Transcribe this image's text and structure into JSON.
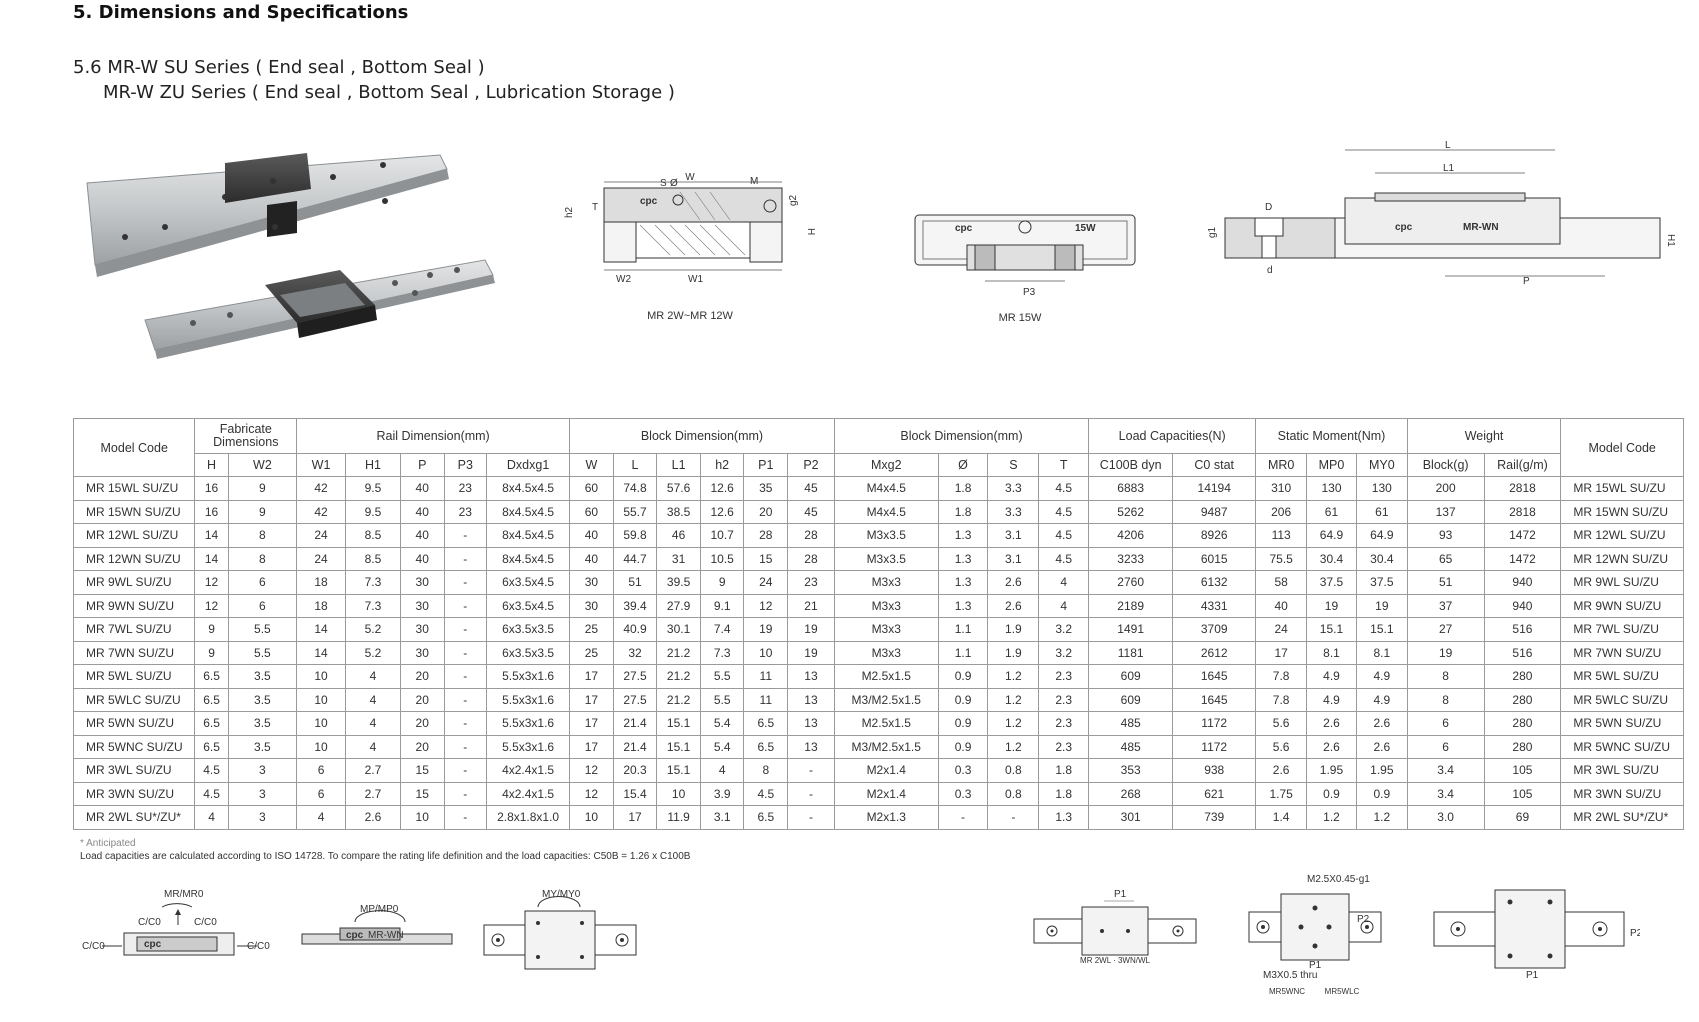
{
  "section_title": "5. Dimensions and Specifications",
  "subtitle_1": "5.6 MR-W SU Series ( End seal , Bottom Seal )",
  "subtitle_2": "MR-W ZU Series ( End seal , Bottom Seal , Lubrication Storage )",
  "drawings": {
    "front_caption": "MR 2W~MR 12W",
    "mid_caption": "MR 15W",
    "labels": {
      "W": "W",
      "M": "M",
      "S": "S",
      "phi": "Ø",
      "T": "T",
      "h2": "h2",
      "g2": "g2",
      "H": "H",
      "W2": "W2",
      "W1": "W1",
      "P3": "P3",
      "L": "L",
      "L1": "L1",
      "D": "D",
      "d": "d",
      "g1": "g1",
      "H1": "H1",
      "P": "P",
      "brand": "cpc",
      "block_15w": "15W",
      "block_mrwn": "MR-WN"
    }
  },
  "table": {
    "group_headers": [
      "Model Code",
      "Fabricate Dimensions",
      "Rail Dimension(mm)",
      "Block Dimension(mm)",
      "Block Dimension(mm)",
      "Load Capacities(N)",
      "Static Moment(Nm)",
      "Weight",
      "Model Code"
    ],
    "sub_headers": [
      "H",
      "W2",
      "W1",
      "H1",
      "P",
      "P3",
      "Dxdxg1",
      "W",
      "L",
      "L1",
      "h2",
      "P1",
      "P2",
      "Mxg2",
      "Ø",
      "S",
      "T",
      "C100B dyn",
      "C0 stat",
      "MR0",
      "MP0",
      "MY0",
      "Block(g)",
      "Rail(g/m)"
    ],
    "rows": [
      [
        "MR 15WL SU/ZU",
        "16",
        "9",
        "42",
        "9.5",
        "40",
        "23",
        "8x4.5x4.5",
        "60",
        "74.8",
        "57.6",
        "12.6",
        "35",
        "45",
        "M4x4.5",
        "1.8",
        "3.3",
        "4.5",
        "6883",
        "14194",
        "310",
        "130",
        "130",
        "200",
        "2818",
        "MR 15WL SU/ZU"
      ],
      [
        "MR 15WN SU/ZU",
        "16",
        "9",
        "42",
        "9.5",
        "40",
        "23",
        "8x4.5x4.5",
        "60",
        "55.7",
        "38.5",
        "12.6",
        "20",
        "45",
        "M4x4.5",
        "1.8",
        "3.3",
        "4.5",
        "5262",
        "9487",
        "206",
        "61",
        "61",
        "137",
        "2818",
        "MR 15WN SU/ZU"
      ],
      [
        "MR 12WL SU/ZU",
        "14",
        "8",
        "24",
        "8.5",
        "40",
        "-",
        "8x4.5x4.5",
        "40",
        "59.8",
        "46",
        "10.7",
        "28",
        "28",
        "M3x3.5",
        "1.3",
        "3.1",
        "4.5",
        "4206",
        "8926",
        "113",
        "64.9",
        "64.9",
        "93",
        "1472",
        "MR 12WL SU/ZU"
      ],
      [
        "MR 12WN SU/ZU",
        "14",
        "8",
        "24",
        "8.5",
        "40",
        "-",
        "8x4.5x4.5",
        "40",
        "44.7",
        "31",
        "10.5",
        "15",
        "28",
        "M3x3.5",
        "1.3",
        "3.1",
        "4.5",
        "3233",
        "6015",
        "75.5",
        "30.4",
        "30.4",
        "65",
        "1472",
        "MR 12WN SU/ZU"
      ],
      [
        "MR 9WL SU/ZU",
        "12",
        "6",
        "18",
        "7.3",
        "30",
        "-",
        "6x3.5x4.5",
        "30",
        "51",
        "39.5",
        "9",
        "24",
        "23",
        "M3x3",
        "1.3",
        "2.6",
        "4",
        "2760",
        "6132",
        "58",
        "37.5",
        "37.5",
        "51",
        "940",
        "MR 9WL SU/ZU"
      ],
      [
        "MR 9WN SU/ZU",
        "12",
        "6",
        "18",
        "7.3",
        "30",
        "-",
        "6x3.5x4.5",
        "30",
        "39.4",
        "27.9",
        "9.1",
        "12",
        "21",
        "M3x3",
        "1.3",
        "2.6",
        "4",
        "2189",
        "4331",
        "40",
        "19",
        "19",
        "37",
        "940",
        "MR 9WN SU/ZU"
      ],
      [
        "MR 7WL SU/ZU",
        "9",
        "5.5",
        "14",
        "5.2",
        "30",
        "-",
        "6x3.5x3.5",
        "25",
        "40.9",
        "30.1",
        "7.4",
        "19",
        "19",
        "M3x3",
        "1.1",
        "1.9",
        "3.2",
        "1491",
        "3709",
        "24",
        "15.1",
        "15.1",
        "27",
        "516",
        "MR 7WL SU/ZU"
      ],
      [
        "MR 7WN SU/ZU",
        "9",
        "5.5",
        "14",
        "5.2",
        "30",
        "-",
        "6x3.5x3.5",
        "25",
        "32",
        "21.2",
        "7.3",
        "10",
        "19",
        "M3x3",
        "1.1",
        "1.9",
        "3.2",
        "1181",
        "2612",
        "17",
        "8.1",
        "8.1",
        "19",
        "516",
        "MR 7WN SU/ZU"
      ],
      [
        "MR 5WL SU/ZU",
        "6.5",
        "3.5",
        "10",
        "4",
        "20",
        "-",
        "5.5x3x1.6",
        "17",
        "27.5",
        "21.2",
        "5.5",
        "11",
        "13",
        "M2.5x1.5",
        "0.9",
        "1.2",
        "2.3",
        "609",
        "1645",
        "7.8",
        "4.9",
        "4.9",
        "8",
        "280",
        "MR 5WL SU/ZU"
      ],
      [
        "MR 5WLC SU/ZU",
        "6.5",
        "3.5",
        "10",
        "4",
        "20",
        "-",
        "5.5x3x1.6",
        "17",
        "27.5",
        "21.2",
        "5.5",
        "11",
        "13",
        "M3/M2.5x1.5",
        "0.9",
        "1.2",
        "2.3",
        "609",
        "1645",
        "7.8",
        "4.9",
        "4.9",
        "8",
        "280",
        "MR 5WLC SU/ZU"
      ],
      [
        "MR 5WN SU/ZU",
        "6.5",
        "3.5",
        "10",
        "4",
        "20",
        "-",
        "5.5x3x1.6",
        "17",
        "21.4",
        "15.1",
        "5.4",
        "6.5",
        "13",
        "M2.5x1.5",
        "0.9",
        "1.2",
        "2.3",
        "485",
        "1172",
        "5.6",
        "2.6",
        "2.6",
        "6",
        "280",
        "MR 5WN SU/ZU"
      ],
      [
        "MR 5WNC SU/ZU",
        "6.5",
        "3.5",
        "10",
        "4",
        "20",
        "-",
        "5.5x3x1.6",
        "17",
        "21.4",
        "15.1",
        "5.4",
        "6.5",
        "13",
        "M3/M2.5x1.5",
        "0.9",
        "1.2",
        "2.3",
        "485",
        "1172",
        "5.6",
        "2.6",
        "2.6",
        "6",
        "280",
        "MR 5WNC SU/ZU"
      ],
      [
        "MR 3WL SU/ZU",
        "4.5",
        "3",
        "6",
        "2.7",
        "15",
        "-",
        "4x2.4x1.5",
        "12",
        "20.3",
        "15.1",
        "4",
        "8",
        "-",
        "M2x1.4",
        "0.3",
        "0.8",
        "1.8",
        "353",
        "938",
        "2.6",
        "1.95",
        "1.95",
        "3.4",
        "105",
        "MR 3WL SU/ZU"
      ],
      [
        "MR 3WN SU/ZU",
        "4.5",
        "3",
        "6",
        "2.7",
        "15",
        "-",
        "4x2.4x1.5",
        "12",
        "15.4",
        "10",
        "3.9",
        "4.5",
        "-",
        "M2x1.4",
        "0.3",
        "0.8",
        "1.8",
        "268",
        "621",
        "1.75",
        "0.9",
        "0.9",
        "3.4",
        "105",
        "MR 3WN SU/ZU"
      ],
      [
        "MR 2WL SU*/ZU*",
        "4",
        "3",
        "4",
        "2.6",
        "10",
        "-",
        "2.8x1.8x1.0",
        "10",
        "17",
        "11.9",
        "3.1",
        "6.5",
        "-",
        "M2x1.3",
        "-",
        "-",
        "1.3",
        "301",
        "739",
        "1.4",
        "1.2",
        "1.2",
        "3.0",
        "69",
        "MR 2WL SU*/ZU*"
      ]
    ]
  },
  "notes": {
    "anticipated": "* Anticipated",
    "load_note": "Load capacities are calculated according to ISO 14728. To compare the rating life definition and the load capacities: C50B = 1.26 x C100B"
  },
  "bottom_drawings": {
    "moment_label_1": "MR/MR0",
    "force_labels": [
      "C/C0",
      "C/C0",
      "C/C0",
      "C/C0"
    ],
    "moment_label_2": "MP/MP0",
    "moment_label_3": "MY/MY0",
    "caption_1": "MR 2WL · 3WN/WL",
    "p1_label": "P1",
    "p2_label": "P2",
    "thread_label": "M2.5X0.45-g1",
    "thru_label": "M3X0.5 thru",
    "caption_left": "MR5WNC",
    "caption_right": "MR5WLC",
    "brand": "cpc",
    "brand_model": "MR-WN"
  },
  "colors": {
    "grid": "#9a9a9a",
    "steel": "#c9ccce",
    "block": "#555555"
  }
}
